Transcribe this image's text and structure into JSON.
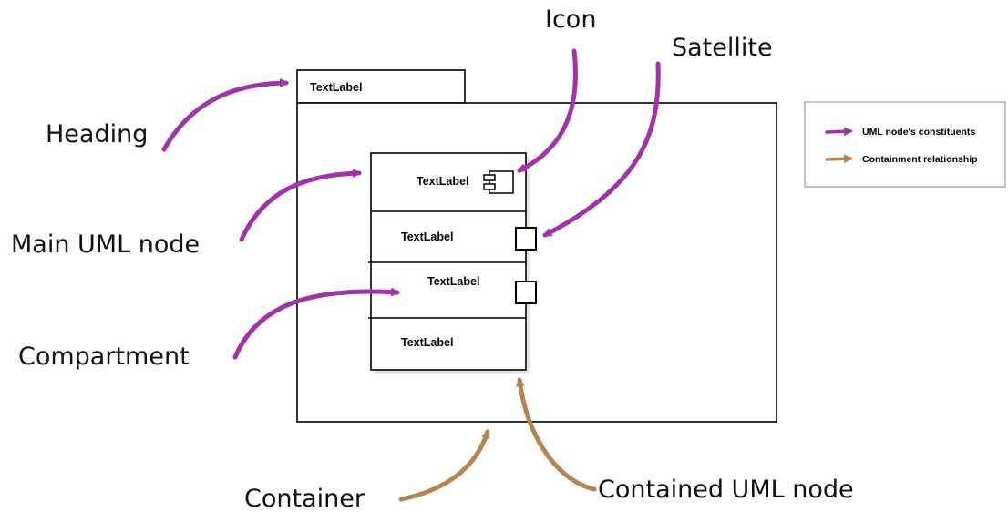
{
  "colors": {
    "constituent_arrow": "#a033a8",
    "containment_arrow": "#b58450",
    "outline": "#000000",
    "background": "#ffffff"
  },
  "diagram": {
    "heading_label": "TextLabel",
    "main_node": {
      "title_label": "TextLabel",
      "icon": "component-icon",
      "compartments": [
        {
          "label": "TextLabel"
        },
        {
          "label": "TextLabel"
        },
        {
          "label": "TextLabel"
        }
      ]
    }
  },
  "annotations": {
    "icon": "Icon",
    "satellite": "Satellite",
    "heading": "Heading",
    "main_uml_node": "Main UML node",
    "compartment": "Compartment",
    "container": "Container",
    "contained_uml_node": "Contained UML node"
  },
  "legend": {
    "items": [
      {
        "label": "UML node's constituents"
      },
      {
        "label": "Containment relationship"
      }
    ]
  }
}
